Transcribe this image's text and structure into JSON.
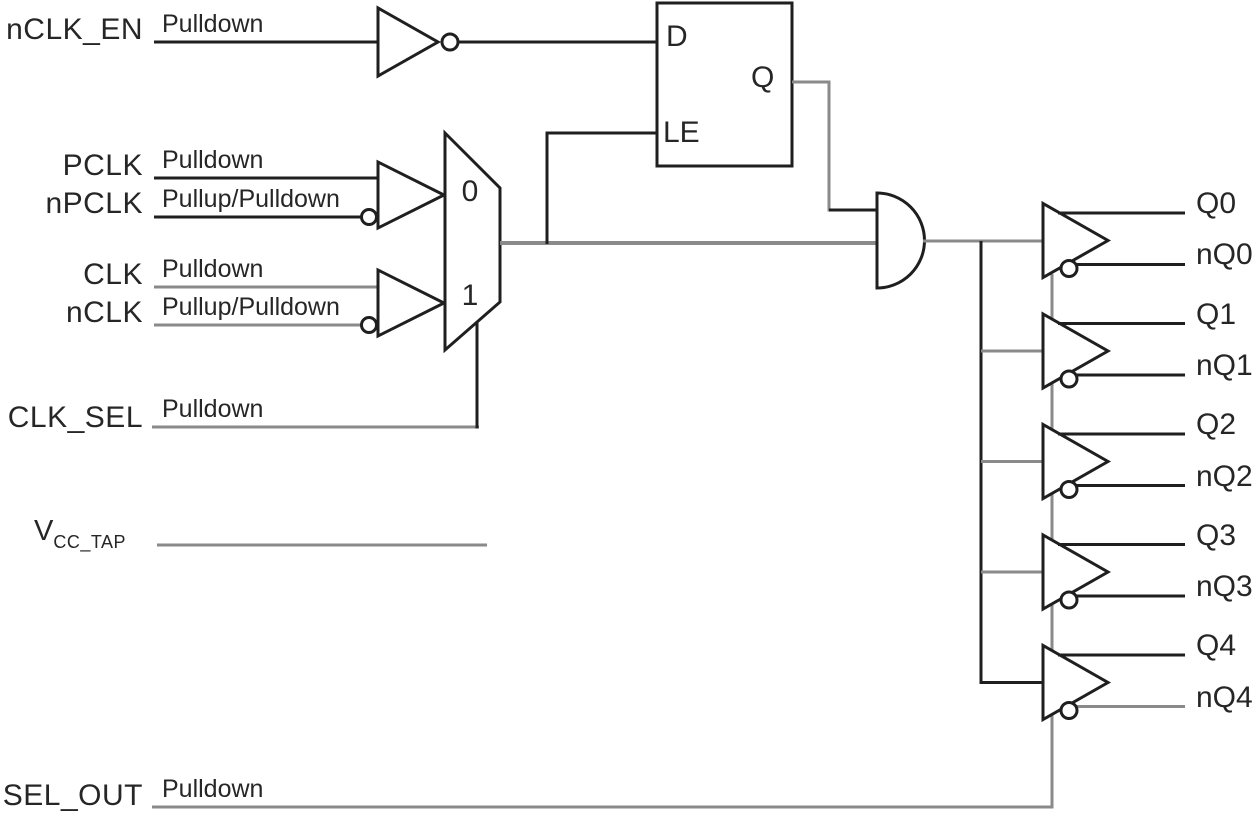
{
  "figure": "clock-buffer-logic-diagram",
  "colors": {
    "background": "#ffffff",
    "line_dark": "#1f1f1f",
    "line_gray": "#8a8a8a",
    "text": "#262626"
  },
  "inputs": {
    "nclk_en": {
      "label": "nCLK_EN",
      "pull": "Pulldown"
    },
    "pclk": {
      "label": "PCLK",
      "pull": "Pulldown"
    },
    "npclk": {
      "label": "nPCLK",
      "pull": "Pullup/Pulldown"
    },
    "clk": {
      "label": "CLK",
      "pull": "Pulldown"
    },
    "nclk": {
      "label": "nCLK",
      "pull": "Pullup/Pulldown"
    },
    "clk_sel": {
      "label": "CLK_SEL",
      "pull": "Pulldown"
    },
    "sel_out": {
      "label": "SEL_OUT",
      "pull": "Pulldown"
    }
  },
  "power": {
    "label": "V",
    "subscript": "CC_TAP"
  },
  "latch": {
    "d": "D",
    "q": "Q",
    "le": "LE"
  },
  "mux": {
    "input0": "0",
    "input1": "1"
  },
  "outputs": [
    {
      "pos": "Q0",
      "neg": "nQ0"
    },
    {
      "pos": "Q1",
      "neg": "nQ1"
    },
    {
      "pos": "Q2",
      "neg": "nQ2"
    },
    {
      "pos": "Q3",
      "neg": "nQ3"
    },
    {
      "pos": "Q4",
      "neg": "nQ4"
    }
  ]
}
